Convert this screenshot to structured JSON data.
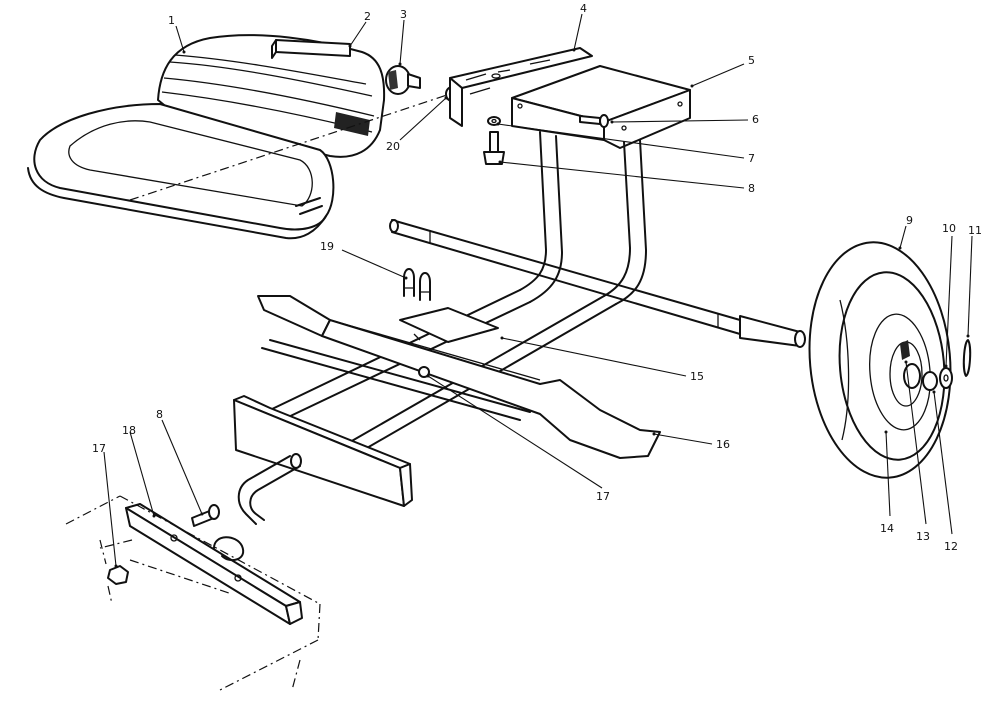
{
  "diagram": {
    "callouts": [
      {
        "id": "c1",
        "label": "1"
      },
      {
        "id": "c2",
        "label": "2"
      },
      {
        "id": "c3",
        "label": "3"
      },
      {
        "id": "c4",
        "label": "4"
      },
      {
        "id": "c5",
        "label": "5"
      },
      {
        "id": "c6",
        "label": "6"
      },
      {
        "id": "c7",
        "label": "7"
      },
      {
        "id": "c8a",
        "label": "8"
      },
      {
        "id": "c8b",
        "label": "8"
      },
      {
        "id": "c9",
        "label": "9"
      },
      {
        "id": "c10",
        "label": "10"
      },
      {
        "id": "c11",
        "label": "11"
      },
      {
        "id": "c12",
        "label": "12"
      },
      {
        "id": "c13",
        "label": "13"
      },
      {
        "id": "c14",
        "label": "14"
      },
      {
        "id": "c15",
        "label": "15"
      },
      {
        "id": "c16",
        "label": "16"
      },
      {
        "id": "c17a",
        "label": "17"
      },
      {
        "id": "c17b",
        "label": "17"
      },
      {
        "id": "c18",
        "label": "18"
      },
      {
        "id": "c19",
        "label": "19"
      },
      {
        "id": "c20",
        "label": "20"
      }
    ]
  }
}
